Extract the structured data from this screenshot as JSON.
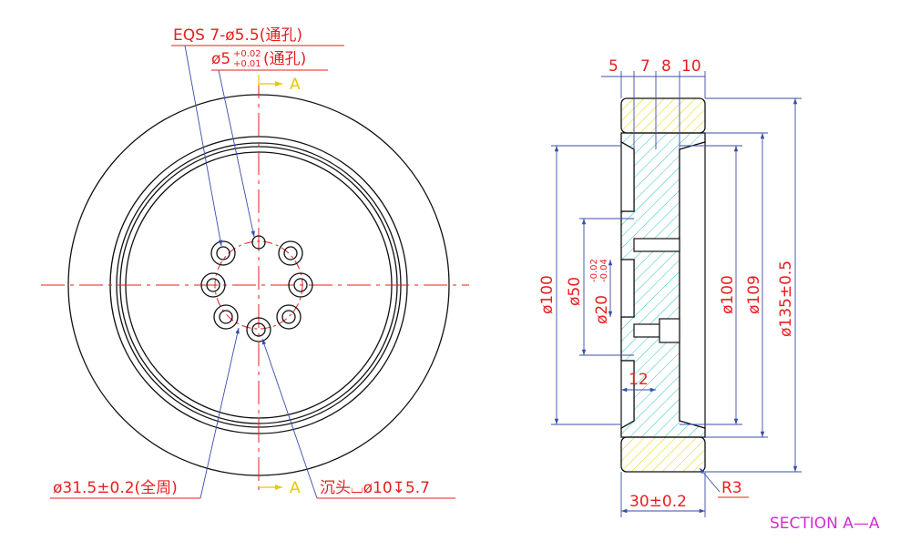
{
  "front_view": {
    "label_top_a": "A",
    "label_bottom_a": "A",
    "callout_eqs": "EQS 7-ø5.5(通孔)",
    "callout_dia5": "ø5",
    "callout_dia5_tol_upper": "+0.02",
    "callout_dia5_tol_lower": "+0.01",
    "callout_dia5_suffix": "(通孔)",
    "callout_pcd": "ø31.5±0.2(全周)",
    "callout_counterbore": "沉头⌴ø10↧5.7"
  },
  "section_view": {
    "dim_5": "5",
    "dim_7": "7",
    "dim_8": "8",
    "dim_10": "10",
    "dim_12": "12",
    "dim_width": "30±0.2",
    "dim_r3": "R3",
    "dim_d100_left": "ø100",
    "dim_d50": "ø50",
    "dim_d20": "ø20",
    "dim_d20_tol_upper": "-0.02",
    "dim_d20_tol_lower": "-0.04",
    "dim_d100_right": "ø100",
    "dim_d109": "ø109",
    "dim_d135": "ø135±0.5",
    "title": "SECTION A—A"
  },
  "colors": {
    "dimension": "#e81e1e",
    "outline": "#111111",
    "leader": "#3a4ca8",
    "section_label": "#e6c800",
    "title": "#d42bd4",
    "hatch_core": "#2ec4c4",
    "hatch_tread": "#e6d200"
  }
}
